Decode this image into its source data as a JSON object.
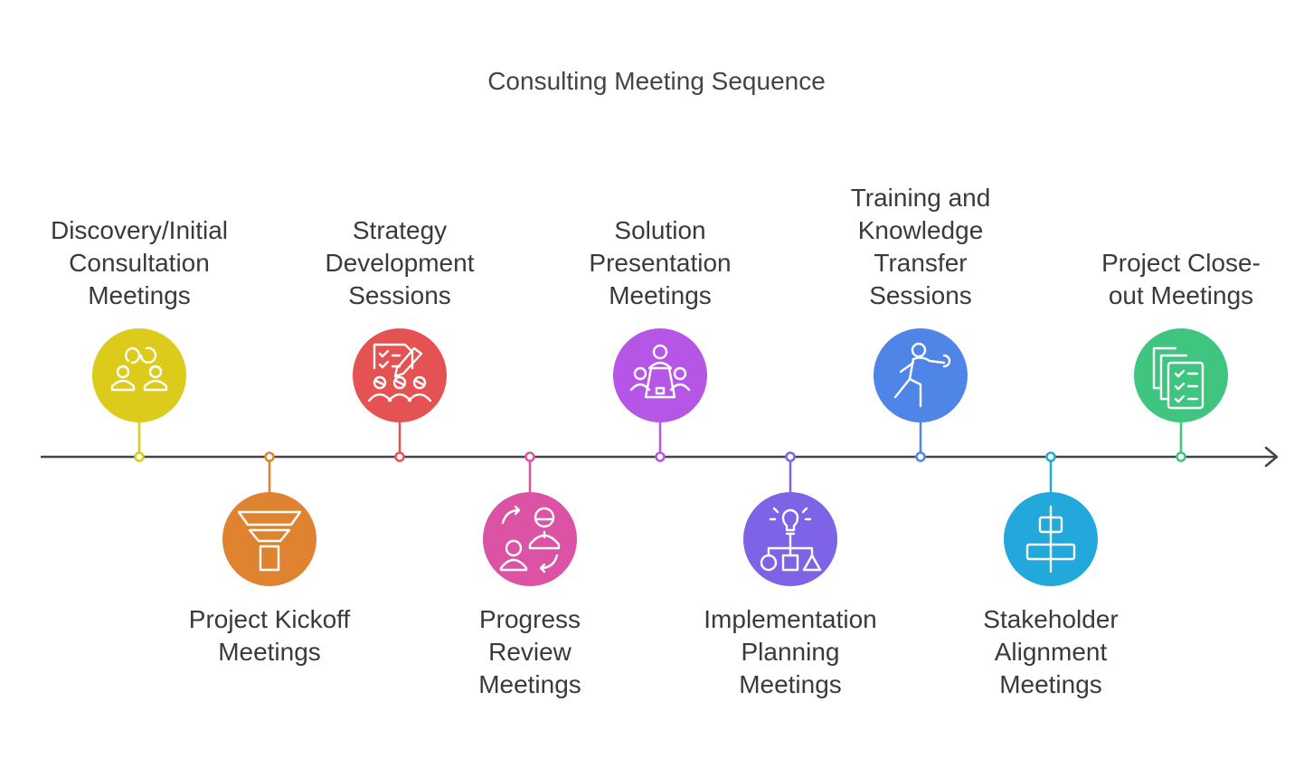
{
  "title": "Consulting Meeting Sequence",
  "steps": [
    {
      "lines": [
        "Discovery/Initial",
        "Consultation",
        "Meetings"
      ],
      "position": "above",
      "color": "#dccb1a",
      "icon": "team-cycle-icon"
    },
    {
      "lines": [
        "Project Kickoff",
        "Meetings"
      ],
      "position": "below",
      "color": "#e08331",
      "icon": "funnel-icon"
    },
    {
      "lines": [
        "Strategy",
        "Development",
        "Sessions"
      ],
      "position": "above",
      "color": "#e45352",
      "icon": "checklist-team-icon"
    },
    {
      "lines": [
        "Progress",
        "Review",
        "Meetings"
      ],
      "position": "below",
      "color": "#dc52a5",
      "icon": "review-exchange-icon"
    },
    {
      "lines": [
        "Solution",
        "Presentation",
        "Meetings"
      ],
      "position": "above",
      "color": "#b656e6",
      "icon": "presentation-table-icon"
    },
    {
      "lines": [
        "Implementation",
        "Planning",
        "Meetings"
      ],
      "position": "below",
      "color": "#7f63e6",
      "icon": "planning-flow-icon"
    },
    {
      "lines": [
        "Training and",
        "Knowledge",
        "Transfer",
        "Sessions"
      ],
      "position": "above",
      "color": "#4f85e6",
      "icon": "training-figure-icon"
    },
    {
      "lines": [
        "Stakeholder",
        "Alignment",
        "Meetings"
      ],
      "position": "below",
      "color": "#22a8db",
      "icon": "alignment-icon"
    },
    {
      "lines": [
        "Project Close-",
        "out Meetings"
      ],
      "position": "above",
      "color": "#3fc57f",
      "icon": "documents-checklist-icon"
    }
  ]
}
